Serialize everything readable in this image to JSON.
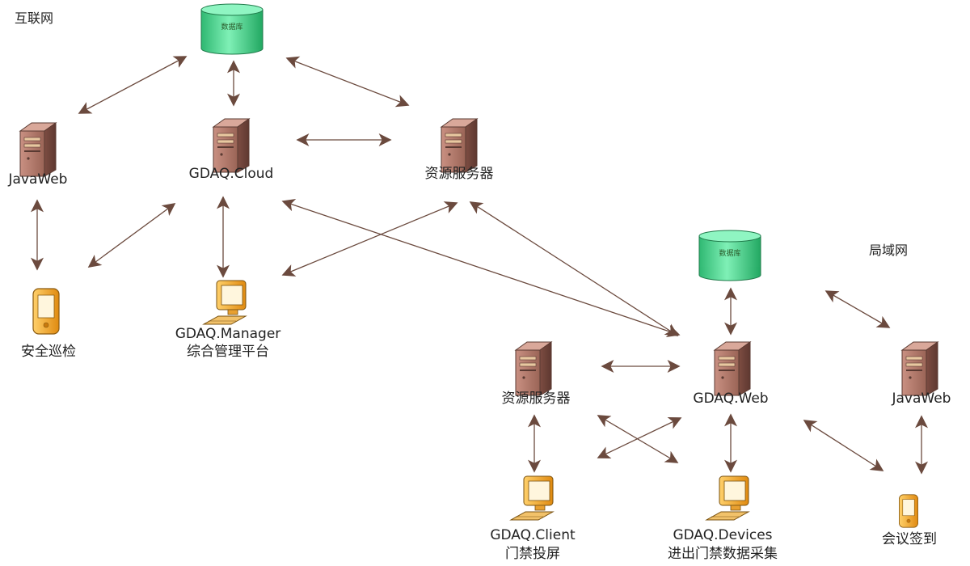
{
  "zones": {
    "internet": "互联网",
    "lan": "局域网"
  },
  "nodes": {
    "db_top": {
      "label": "数据库",
      "icon": "database-icon"
    },
    "db_lan": {
      "label": "数据库",
      "icon": "database-icon"
    },
    "javaweb_top": {
      "label": "JavaWeb",
      "icon": "server-icon"
    },
    "cloud": {
      "label": "GDAQ.Cloud",
      "icon": "server-icon"
    },
    "res_top": {
      "label": "资源服务器",
      "icon": "server-icon"
    },
    "patrol": {
      "label": "安全巡检",
      "icon": "pda-icon"
    },
    "manager": {
      "label1": "GDAQ.Manager",
      "label2": "综合管理平台",
      "icon": "workstation-icon"
    },
    "res_lan": {
      "label": "资源服务器",
      "icon": "server-icon"
    },
    "web": {
      "label": "GDAQ.Web",
      "icon": "server-icon"
    },
    "javaweb_lan": {
      "label": "JavaWeb",
      "icon": "server-icon"
    },
    "client": {
      "label1": "GDAQ.Client",
      "label2": "门禁投屏",
      "icon": "workstation-icon"
    },
    "devices": {
      "label1": "GDAQ.Devices",
      "label2": "进出门禁数据采集",
      "icon": "workstation-icon"
    },
    "checkin": {
      "label": "会议签到",
      "icon": "pda-icon"
    }
  },
  "colors": {
    "arrow": "#6b4a3e",
    "server_body": "#b07a6c",
    "db_body": "#3fcf86",
    "pda_body": "#f0a824",
    "screen_frame": "#f0a824"
  }
}
